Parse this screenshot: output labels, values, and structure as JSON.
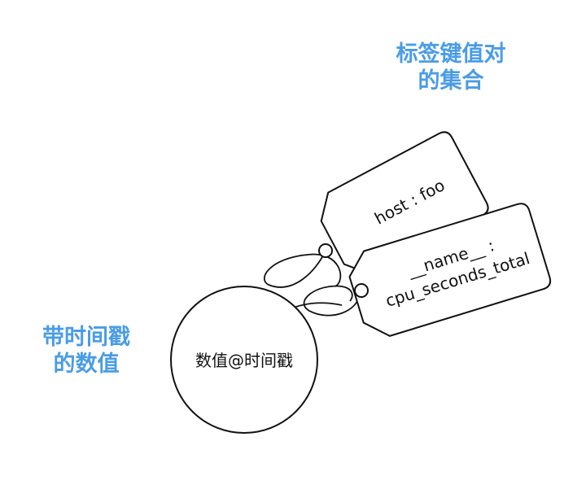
{
  "colors": {
    "accent": "#4a9ce6",
    "stroke": "#111111",
    "text": "#111111"
  },
  "captions": {
    "labels_set": [
      "标签键值对",
      "的集合"
    ],
    "timestamped_value": [
      "带时间戳",
      "的数值"
    ]
  },
  "sample": {
    "label": "数值@时间戳"
  },
  "tags": [
    {
      "label_lines": [
        "host : foo"
      ]
    },
    {
      "label_lines": [
        "__name__ :",
        "cpu_seconds_total"
      ]
    }
  ]
}
